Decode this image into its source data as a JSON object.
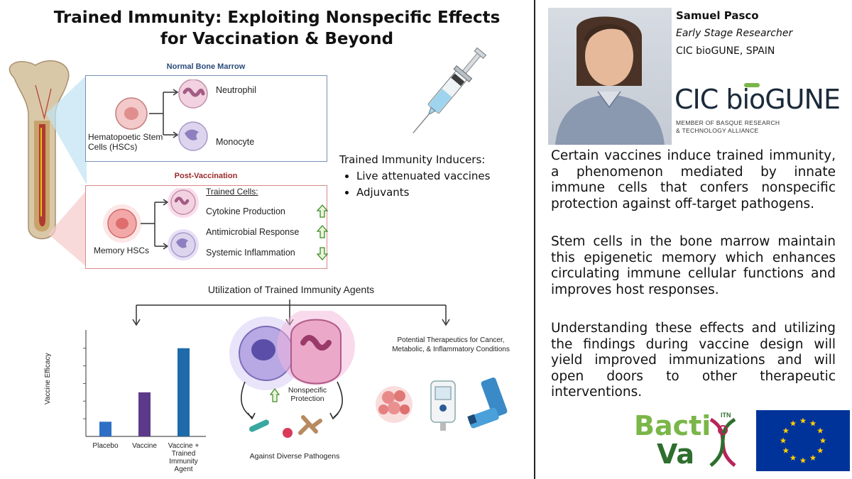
{
  "title": "Trained Immunity: Exploiting Nonspecific Effects for Vaccination & Beyond",
  "normal": {
    "heading": "Normal Bone Marrow",
    "hsc_label": "Hematopoetic Stem Cells (HSCs)",
    "cell1": "Neutrophil",
    "cell2": "Monocyte"
  },
  "post": {
    "heading": "Post-Vaccination",
    "hsc_label": "Memory HSCs",
    "trained_title": "Trained Cells:",
    "effects": [
      {
        "label": "Cytokine Production",
        "direction": "up"
      },
      {
        "label": "Antimicrobial Response",
        "direction": "up"
      },
      {
        "label": "Systemic Inflammation",
        "direction": "down"
      }
    ]
  },
  "inducers": {
    "title": "Trained Immunity Inducers:",
    "items": [
      "Live attenuated vaccines",
      "Adjuvants"
    ]
  },
  "utilization": {
    "heading": "Utilization of Trained Immunity Agents",
    "protection": "Nonspecific Protection",
    "pathogens": "Against Diverse Pathogens",
    "therapeutics": "Potential Therapeutics for Cancer, Metabolic, & Inflammatory Conditions"
  },
  "chart_data": {
    "type": "bar",
    "ylabel": "Vaccine Efficacy",
    "categories": [
      "Placebo",
      "Vaccine",
      "Vaccine + Trained Immunity Agent"
    ],
    "values": [
      1,
      3,
      6
    ],
    "ylim": [
      0,
      7
    ],
    "colors": [
      "#2d6fc4",
      "#5c3a8a",
      "#1f6aa8"
    ]
  },
  "researcher": {
    "name": "Samuel Pasco",
    "role": "Early Stage Researcher",
    "institute": "CIC bioGUNE, SPAIN"
  },
  "cic_logo": {
    "text_a": "CIC ",
    "text_b": "bioGUNE",
    "sub1": "MEMBER OF BASQUE RESEARCH",
    "sub2": "& TECHNOLOGY ALLIANCE"
  },
  "paragraphs": [
    "Certain vaccines induce trained immunity, a phenomenon mediated by innate immune cells that confers nonspecific protection against off-target pathogens.",
    "Stem cells in the bone marrow maintain this epigenetic memory which enhances circulating immune cellular functions and improves host responses.",
    "Understanding these effects and utilizing the findings during vaccine design will yield improved immunizations and will open doors to other therapeutic interventions."
  ],
  "bactivax": {
    "line1": "Bacti",
    "line2": "Va",
    "itn": "ITN"
  },
  "colors": {
    "green": "#7ab648",
    "dark_green": "#2e6e2e",
    "blue_cell": "#6b59b0",
    "pink_cell": "#c0609a",
    "eu_blue": "#003399",
    "eu_star": "#ffcc00"
  }
}
